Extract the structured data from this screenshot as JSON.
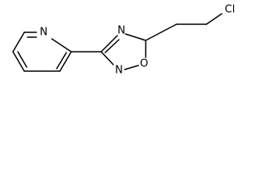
{
  "molecule": {
    "atoms": {
      "pyridine_n": "N",
      "oxadiazole_n_top": "N",
      "oxadiazole_n_bottom": "N",
      "oxadiazole_o": "O",
      "chlorine": "Cl"
    }
  }
}
